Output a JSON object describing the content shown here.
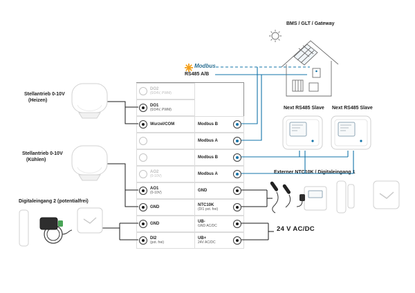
{
  "colors": {
    "modbus_blue": "#1273a8",
    "modbus_orange": "#f5a01b",
    "wire_black": "#1a1a1a",
    "inactive_gray": "#bdbdbd"
  },
  "header": {
    "bms_label": "BMS / GLT / Gateway",
    "modbus_logo": "Modbus",
    "rs485_label": "RS485 A/B"
  },
  "left_devices": {
    "actuator_heating": {
      "label": "Stellantrieb 0-10V",
      "sub": "(Heizen)"
    },
    "actuator_cooling": {
      "label": "Stellantrieb 0-10V",
      "sub": "(Kühlen)"
    },
    "digital_input_2": {
      "label": "Digitaleingang 2 (potentialfrei)"
    }
  },
  "right_devices": {
    "slave_1": {
      "label": "Next RS485 Slave"
    },
    "slave_2": {
      "label": "Next RS485 Slave"
    },
    "ntc": {
      "label": "Externer NTC10K / Digitaleingang 1"
    },
    "power": {
      "label": "24 V AC/DC"
    }
  },
  "terminals": {
    "left": [
      {
        "label": "DO2",
        "sub": "(0/24V, PWM)"
      },
      {
        "label": "DO1",
        "sub": "(0/24V, PWM)"
      },
      {
        "label": "Wurzel/COM",
        "sub": ""
      },
      {
        "label": "",
        "sub": ""
      },
      {
        "label": "",
        "sub": ""
      },
      {
        "label": "AO2",
        "sub": "(0-10V)"
      },
      {
        "label": "AO1",
        "sub": "(0-10V)"
      },
      {
        "label": "GND",
        "sub": ""
      },
      {
        "label": "GND",
        "sub": ""
      },
      {
        "label": "DI2",
        "sub": "(pot. frei)"
      }
    ],
    "right": [
      {
        "label": "Modbus B",
        "sub": ""
      },
      {
        "label": "Modbus A",
        "sub": ""
      },
      {
        "label": "Modbus B",
        "sub": ""
      },
      {
        "label": "Modbus A",
        "sub": ""
      },
      {
        "label": "GND",
        "sub": ""
      },
      {
        "label": "NTC10K",
        "sub": "(DI1 pot. frei)"
      },
      {
        "label": "UB-",
        "sub": "GND AC/DC"
      },
      {
        "label": "UB+",
        "sub": "24V AC/DC"
      }
    ]
  }
}
